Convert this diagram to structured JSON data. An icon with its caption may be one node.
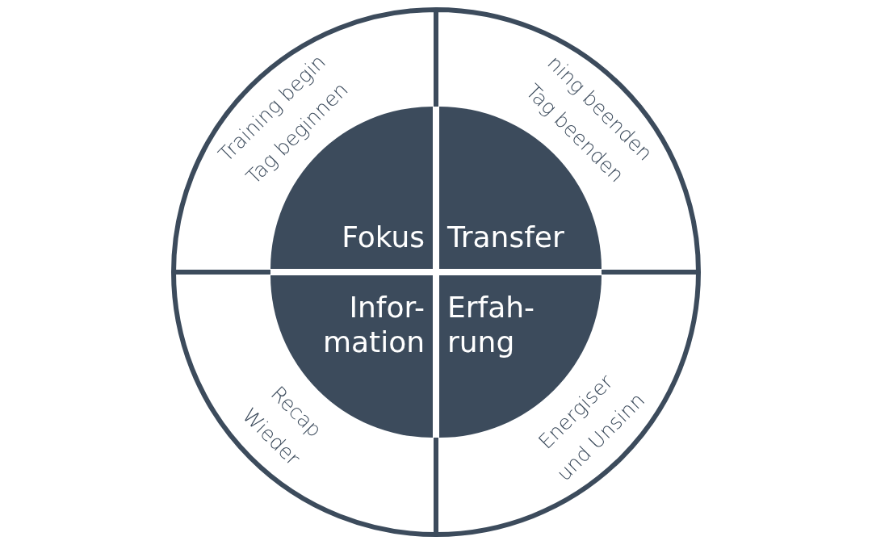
{
  "diagram": {
    "nodes": [
      {
        "text": [
          "Training begin",
          "Tag beginnen"
        ]
      },
      {
        "text": [
          "Fokus"
        ],
        "in": 0
      },
      {
        "text": [
          "ning beenden",
          "Tag beenden"
        ]
      },
      {
        "text": [
          "Transfer"
        ],
        "in": 2
      },
      {
        "text": [
          "Recap",
          "Wieder"
        ]
      },
      {
        "text": [
          "Infor- mation"
        ],
        "in": 4
      },
      {
        "text": [
          "Energiser",
          "und Unsinn"
        ]
      },
      {
        "text": [
          "Erfah- rung"
        ],
        "in": 6
      }
    ],
    "edges": []
  }
}
